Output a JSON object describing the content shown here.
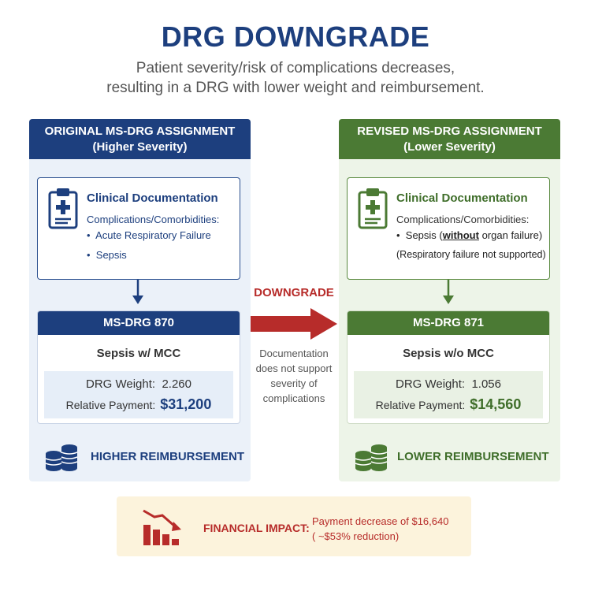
{
  "title": "DRG DOWNGRADE",
  "subtitle": {
    "line1": "Patient severity/risk of complications decreases,",
    "line2": "resulting in a DRG with lower weight and reimbursement."
  },
  "colors": {
    "navy": "#1d3f7e",
    "green": "#4b7a34",
    "red": "#b72c2a",
    "impact_bg": "#fcf3dc"
  },
  "left_panel": {
    "header_line1": "ORIGINAL MS-DRG ASSIGNMENT",
    "header_line2": "(Higher Severity)",
    "doc_title": "Clinical Documentation",
    "doc_subtitle": "Complications/Comorbidities:",
    "items": [
      "Acute Respiratory Failure",
      "Sepsis"
    ],
    "icon": "clipboard-medical-icon",
    "drg_code": "MS-DRG 870",
    "drg_name": "Sepsis w/ MCC",
    "weight_label": "DRG Weight:",
    "weight_value": "2.260",
    "payment_label": "Relative Payment:",
    "payment_value": "$31,200",
    "reimbursement": "HIGHER REIMBURSEMENT",
    "coins_icon": "coin-stack-icon"
  },
  "right_panel": {
    "header_line1": "REVISED MS-DRG ASSIGNMENT",
    "header_line2": "(Lower Severity)",
    "doc_title": "Clinical Documentation",
    "doc_subtitle": "Complications/Comorbidities:",
    "item_prefix": "Sepsis (",
    "item_emphasis": "without",
    "item_suffix": " organ failure)",
    "note": "(Respiratory failure not supported)",
    "icon": "clipboard-medical-icon",
    "drg_code": "MS-DRG 871",
    "drg_name": "Sepsis w/o MCC",
    "weight_label": "DRG Weight:",
    "weight_value": "1.056",
    "payment_label": "Relative Payment:",
    "payment_value": "$14,560",
    "reimbursement": "LOWER REIMBURSEMENT",
    "coins_icon": "coin-stack-icon"
  },
  "middle": {
    "label": "DOWNGRADE",
    "note_lines": [
      "Documentation",
      "does not support",
      "severity of",
      "complications"
    ]
  },
  "impact": {
    "label": "FINANCIAL IMPACT:",
    "line1": "Payment decrease of $16,640",
    "line2": "( ~$53% reduction)",
    "icon": "declining-bar-chart-icon"
  }
}
